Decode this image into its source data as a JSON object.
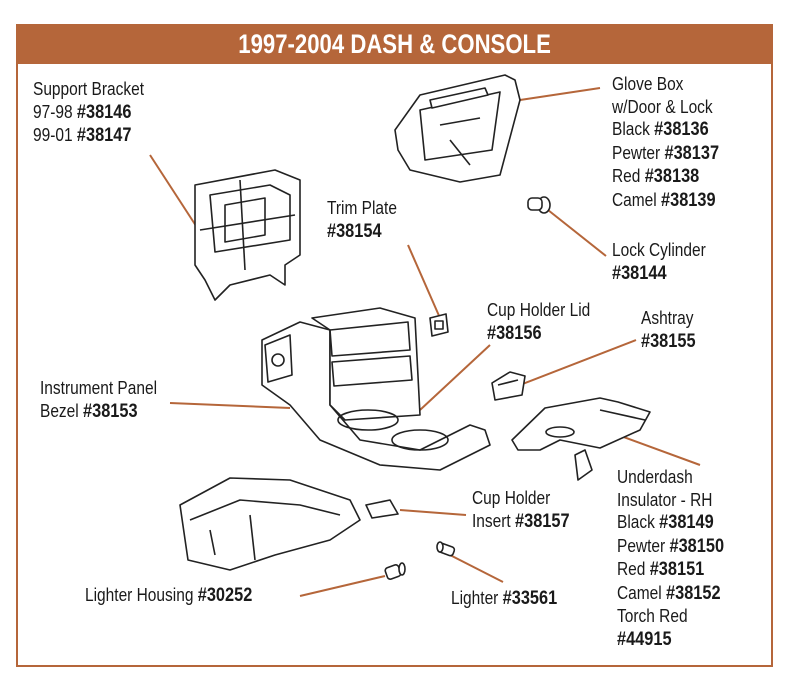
{
  "title": "1997-2004 DASH & CONSOLE",
  "accent_color": "#b5663a",
  "parts": {
    "support_bracket": {
      "name": "Support Bracket",
      "variants": [
        {
          "label": "97-98",
          "part": "#38146"
        },
        {
          "label": "99-01",
          "part": "#38147"
        }
      ]
    },
    "glove_box": {
      "name": "Glove Box",
      "name2": "w/Door & Lock",
      "variants": [
        {
          "label": "Black",
          "part": "#38136"
        },
        {
          "label": "Pewter",
          "part": "#38137"
        },
        {
          "label": "Red",
          "part": "#38138"
        },
        {
          "label": "Camel",
          "part": "#38139"
        }
      ]
    },
    "trim_plate": {
      "name": "Trim Plate",
      "part": "#38154"
    },
    "lock_cylinder": {
      "name": "Lock Cylinder",
      "part": "#38144"
    },
    "cup_holder_lid": {
      "name": "Cup Holder Lid",
      "part": "#38156"
    },
    "ashtray": {
      "name": "Ashtray",
      "part": "#38155"
    },
    "instrument_panel_bezel": {
      "name": "Instrument Panel",
      "name2": "Bezel",
      "part": "#38153"
    },
    "underdash_insulator": {
      "name": "Underdash",
      "name2": "Insulator - RH",
      "variants": [
        {
          "label": "Black",
          "part": "#38149"
        },
        {
          "label": "Pewter",
          "part": "#38150"
        },
        {
          "label": "Red",
          "part": "#38151"
        },
        {
          "label": "Camel",
          "part": "#38152"
        },
        {
          "label": "Torch Red",
          "part": "#44915"
        }
      ]
    },
    "cup_holder_insert": {
      "name": "Cup Holder",
      "name2": "Insert",
      "part": "#38157"
    },
    "lighter_housing": {
      "name": "Lighter Housing",
      "part": "#30252"
    },
    "lighter": {
      "name": "Lighter",
      "part": "#33561"
    }
  }
}
